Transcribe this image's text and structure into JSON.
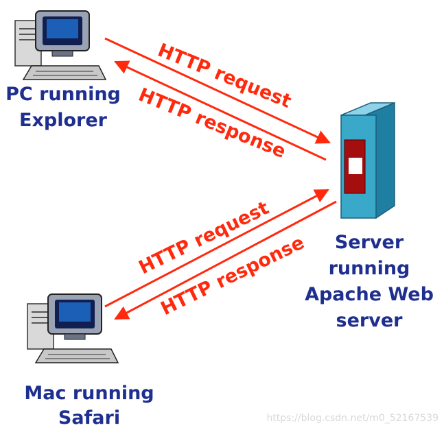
{
  "nodes": {
    "pc": {
      "line1": "PC running",
      "line2": "Explorer"
    },
    "mac": {
      "line1": "Mac running",
      "line2": "Safari"
    },
    "server": {
      "line1": "Server",
      "line2": "running",
      "line3": "Apache Web",
      "line4": "server"
    }
  },
  "messages": {
    "pc_request": "HTTP request",
    "pc_response": "HTTP response",
    "mac_request": "HTTP request",
    "mac_response": "HTTP response"
  },
  "watermark": "https://blog.csdn.net/m0_52167539",
  "colors": {
    "arrow": "#ff2a0e",
    "label": "#1f2f8f",
    "server_body": "#3aa8c8",
    "server_panel": "#a40e0e"
  }
}
